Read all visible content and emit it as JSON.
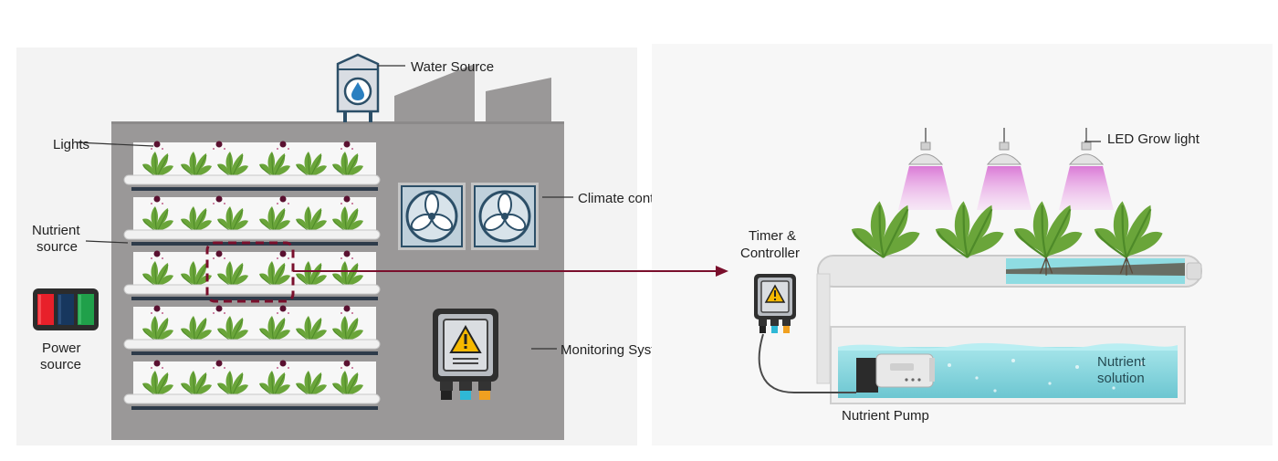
{
  "labels": {
    "water_source": "Water Source",
    "lights": "Lights",
    "nutrient_source_line1": "Nutrient",
    "nutrient_source_line2": "source",
    "power_source_line1": "Power",
    "power_source_line2": "source",
    "climate_control": "Climate control",
    "monitoring_system": "Monitoring System",
    "led_grow_light": "LED Grow light",
    "timer_line1": "Timer &",
    "timer_line2": "Controller",
    "nutrient_solution_line1": "Nutrient",
    "nutrient_solution_line2": "solution",
    "nutrient_pump": "Nutrient Pump"
  },
  "layout_counts": {
    "shelves": 5,
    "plants_per_shelf": 6,
    "fans": 2,
    "grow_lights": 3,
    "hydro_plants": 4
  },
  "icons": {
    "water": "water-drop-icon",
    "fan": "fan-icon",
    "warning": "warning-icon",
    "plant": "lettuce-plant-icon",
    "light": "led-light-icon",
    "pump": "pump-icon",
    "battery": "battery-icon"
  },
  "colors": {
    "building": "#9a9898",
    "building_dark": "#8c8a8a",
    "shelf": "#f1f1f1",
    "plant": "#6aa53a",
    "plant_light": "#94c85e",
    "arrow": "#7a0f2c",
    "led_glow": "#e9a4e6",
    "water": "#7fd3dc",
    "power_red": "#e8202a",
    "power_blue": "#17375e",
    "power_green": "#20a04a"
  }
}
